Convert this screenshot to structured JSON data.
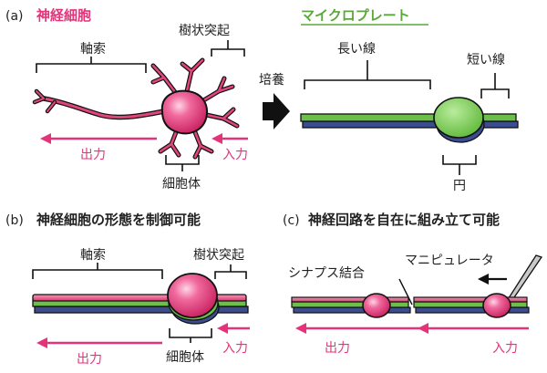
{
  "panel_a": {
    "tag": "(a)",
    "neuron_title": "神経細胞",
    "plate_title": "マイクロプレート",
    "axon": "軸索",
    "dendrite": "樹状突起",
    "culture": "培養",
    "long_line": "長い線",
    "short_line": "短い線",
    "output": "出力",
    "input": "入力",
    "cell_body": "細胞体",
    "circle": "円"
  },
  "panel_b": {
    "tag": "(b)",
    "title": "神経細胞の形態を制御可能",
    "axon": "軸索",
    "dendrite": "樹状突起",
    "output": "出力",
    "input": "入力",
    "cell_body": "細胞体"
  },
  "panel_c": {
    "tag": "(c)",
    "title": "神経回路を自在に組み立て可能",
    "manipulator": "マニピュレータ",
    "synapse": "シナプス結合",
    "output": "出力",
    "input": "入力"
  },
  "colors": {
    "pink": "#e5337a",
    "green": "#6cc04a",
    "navy": "#3b4c8f",
    "neuron_fill": "#e0457d"
  }
}
